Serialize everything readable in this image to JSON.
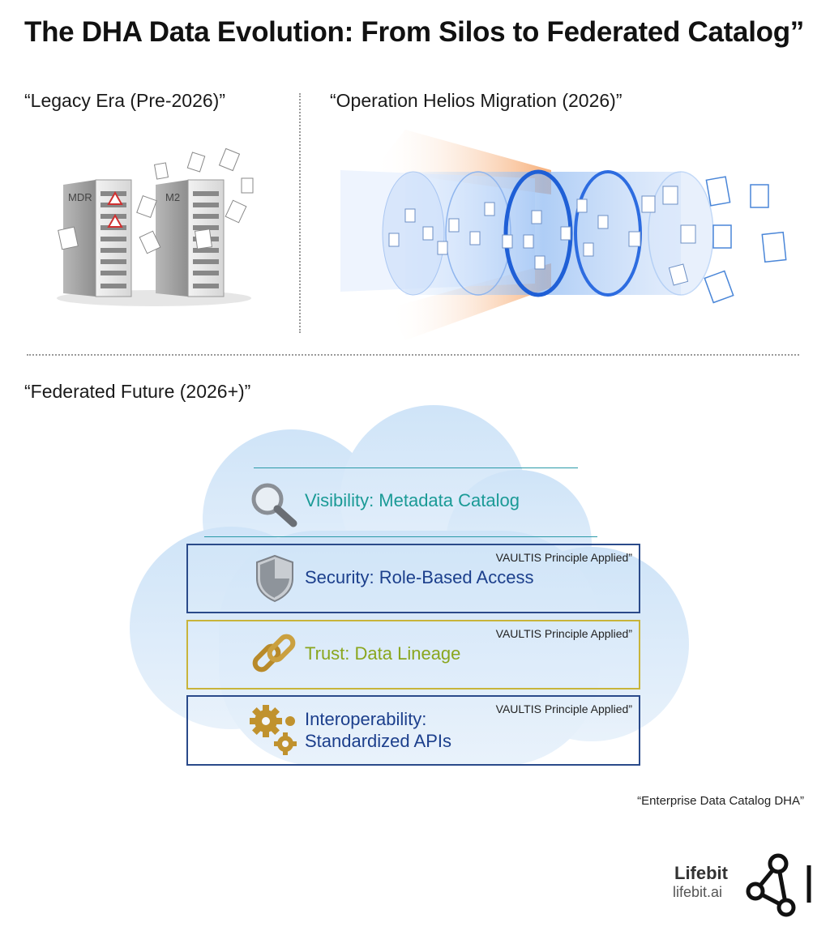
{
  "title": "The DHA Data Evolution: From Silos to Federated Catalog”",
  "sections": {
    "legacy": "“Legacy Era (Pre-2026)”",
    "migration": "“Operation Helios Migration (2026)”",
    "federated": "“Federated Future (2026+)”"
  },
  "servers": [
    {
      "label": "MDR"
    },
    {
      "label": "M2"
    }
  ],
  "layers": [
    {
      "label": "Visibility: Metadata Catalog",
      "principle": "",
      "icon": "magnifier-icon",
      "color": "#1a9a96"
    },
    {
      "label": "Security: Role-Based Access",
      "principle": "VAULTIS Principle Applied”",
      "icon": "shield-icon",
      "color": "#1c3f8c"
    },
    {
      "label": "Trust: Data Lineage",
      "principle": "VAULTIS Principle Applied”",
      "icon": "chain-link-icon",
      "color": "#8aa61e"
    },
    {
      "label_line1": "Interoperability:",
      "label_line2": "Standardized APIs",
      "principle": "VAULTIS Principle Applied”",
      "icon": "gears-icon",
      "color": "#1c3f8c"
    }
  ],
  "footnote": "“Enterprise Data Catalog DHA”",
  "brand": {
    "name": "Lifebit",
    "url": "lifebit.ai",
    "icon": "lifebit-logo-icon"
  }
}
